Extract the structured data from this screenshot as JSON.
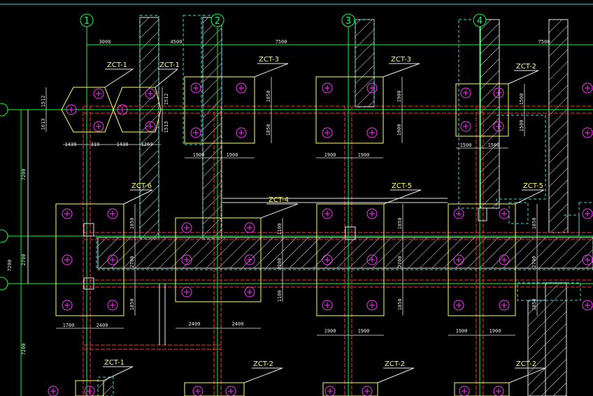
{
  "drawing": {
    "colors": {
      "background": "#000000",
      "grid_line": "#00ff33",
      "cap_outline": "#ffff66",
      "pile_marker": "#ff33ff",
      "beam_red": "#ff3333",
      "hatch": "#e8e8e8",
      "cyan_dash": "#33dddd",
      "dimension": "#e8e8e8"
    },
    "grid_axes": {
      "vertical": [
        "1",
        "2",
        "3",
        "4"
      ],
      "horizontal": [
        "",
        "",
        ""
      ]
    },
    "labels": {
      "zct1_a": "ZCT-1",
      "zct1_b": "ZCT-1",
      "zct3_a": "ZCT-3",
      "zct3_b": "ZCT-3",
      "zct2_a": "ZCT-2",
      "zct6": "ZCT-6",
      "zct4": "ZCT-4",
      "zct5_a": "ZCT-5",
      "zct5_b": "ZCT-5",
      "zct1_c": "ZCT-1",
      "zct2_b": "ZCT-2",
      "zct2_c": "ZCT-2",
      "zct2_d": "ZCT-2"
    },
    "dimensions": {
      "top_1": "3000",
      "top_2": "4500",
      "top_3": "7500",
      "top_4": "7500",
      "left_1": "7200",
      "left_2": "2700",
      "left_3": "7200",
      "left_4": "7200",
      "hex_v1": "1512",
      "hex_v2": "1613",
      "hex_v3": "1512",
      "hex_v4": "1513",
      "hex_h1": "1439",
      "hex_h2": "319",
      "hex_h3": "1430",
      "hex_h4": "1269",
      "c1_h1": "1900",
      "c1_h2": "1900",
      "c1_v1": "1850",
      "c1_v2": "1850",
      "c2_h1": "1900",
      "c2_h2": "1900",
      "c2_v1": "1900",
      "c2_v2": "1900",
      "c3_h1": "1500",
      "c3_h2": "1500",
      "c3_v1": "1500",
      "c3_v2": "1500",
      "zct6_v1": "1850",
      "zct6_v2": "2700",
      "zct6_v3": "1850",
      "zct6_h1": "1700",
      "zct6_h2": "2400",
      "zct4_v1": "1100",
      "zct4_v2": "3200",
      "zct4_v3": "1100",
      "zct4_h1": "2400",
      "zct4_h2": "2400",
      "zct5_v1": "1850",
      "zct5_v2": "2700",
      "zct5_v3": "1850",
      "zct5_h1": "1900",
      "zct5_h2": "1900",
      "zct5b_v1": "1850",
      "zct5b_v2": "2700",
      "zct5b_v3": "1850",
      "zct5b_h1": "1900",
      "zct5b_h2": "1900"
    }
  }
}
